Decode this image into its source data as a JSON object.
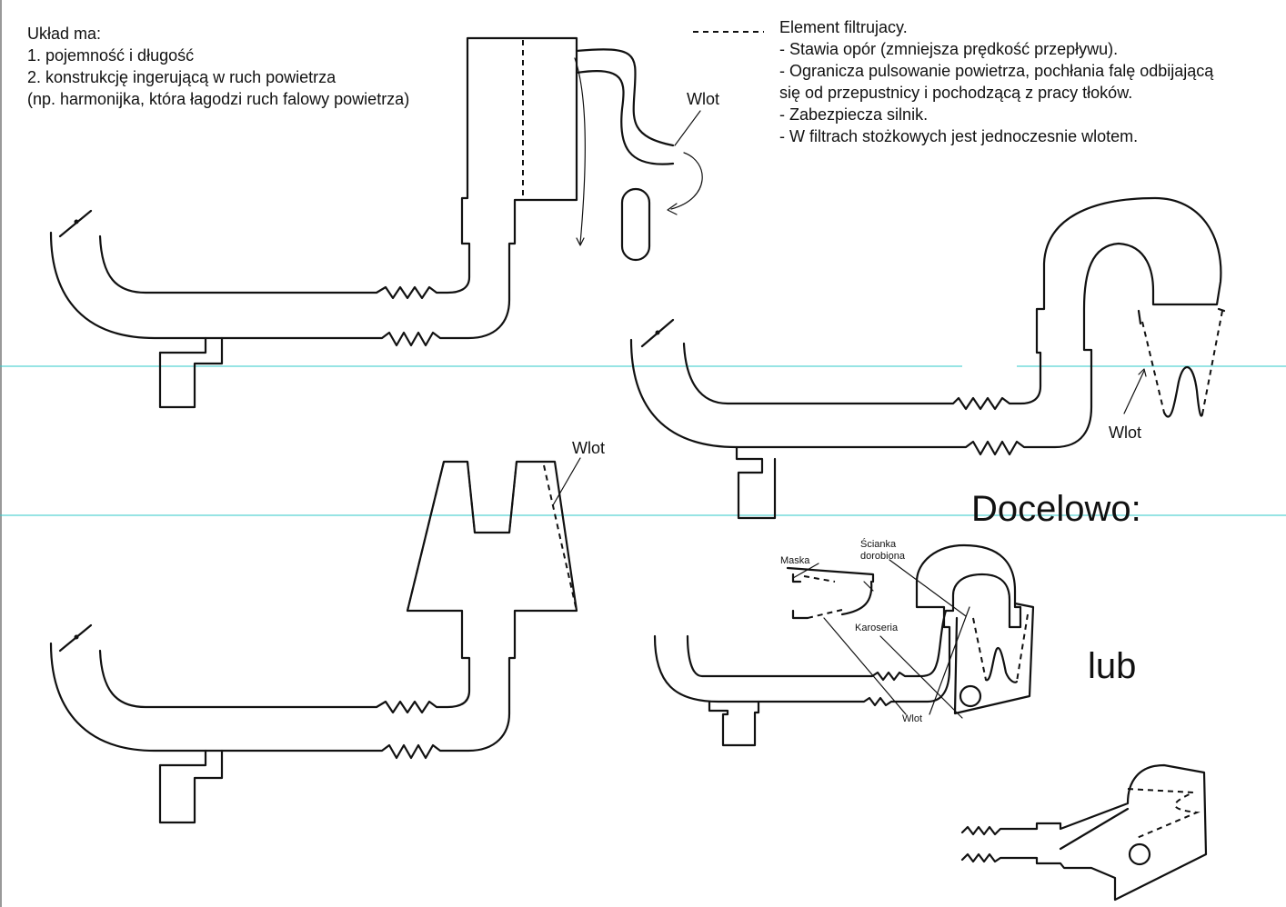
{
  "notes_left": {
    "line1": "Układ ma:",
    "line2": "1. pojemność i długość",
    "line3": "2. konstrukcję ingerującą w ruch powietrza",
    "line4": "(np. harmonijka, która łagodzi ruch falowy  powietrza)"
  },
  "notes_right": {
    "line1": "Element filtrujacy.",
    "line2": "- Stawia opór (zmniejsza prędkość przepływu).",
    "line3": "- Ogranicza pulsowanie powietrza, pochłania falę odbijającą",
    "line4": "się od przepustnicy i pochodzącą z pracy tłoków.",
    "line5": "- Zabezpiecza silnik.",
    "line6": "- W filtrach stożkowych jest jednoczesnie wlotem."
  },
  "labels": {
    "wlot_top": "Wlot",
    "wlot_right": "Wlot",
    "wlot_bottom": "Wlot",
    "docelowo": "Docelowo:",
    "lub": "lub",
    "maska": "Maska",
    "scianka1": "Ścianka",
    "scianka2": "dorobiona",
    "karoseria": "Karoseria",
    "wlot_small": "Wlot"
  }
}
